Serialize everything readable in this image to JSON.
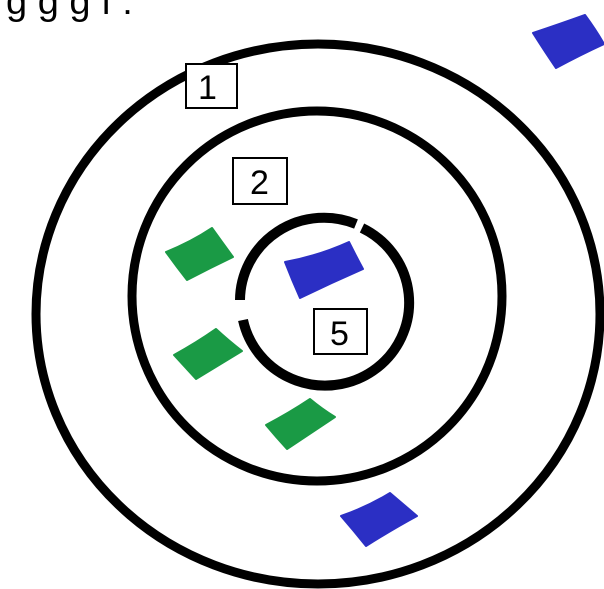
{
  "top_text": "g g g f :",
  "target": {
    "ring_color": "#000000",
    "rings": [
      {
        "name": "outer-ring",
        "score": "1"
      },
      {
        "name": "middle-ring",
        "score": "2"
      },
      {
        "name": "inner-ring",
        "score": "5"
      }
    ]
  },
  "beanbags": [
    {
      "name": "blue-beanbag-outside-top-right",
      "color": "#2b2fc4"
    },
    {
      "name": "green-beanbag-ring2-upper",
      "color": "#1a9a45"
    },
    {
      "name": "blue-beanbag-center",
      "color": "#2b2fc4"
    },
    {
      "name": "green-beanbag-ring2-middle",
      "color": "#1a9a45"
    },
    {
      "name": "green-beanbag-ring2-lower",
      "color": "#1a9a45"
    },
    {
      "name": "blue-beanbag-ring1-bottom",
      "color": "#2b2fc4"
    }
  ]
}
